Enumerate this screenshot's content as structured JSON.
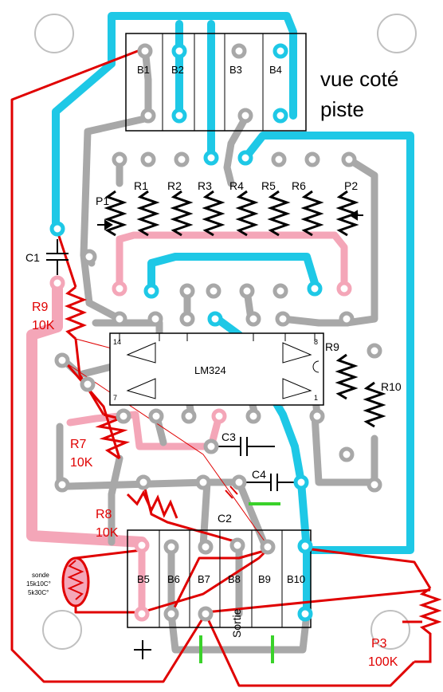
{
  "labels": {
    "b1": "B1",
    "b2": "B2",
    "b3": "B3",
    "b4": "B4",
    "b5": "B5",
    "b6": "B6",
    "b7": "B7",
    "b8": "B8",
    "b9": "B9",
    "b10": "B10",
    "title_line1": "vue coté",
    "title_line2": "piste",
    "p1": "P1",
    "r1": "R1",
    "r2": "R2",
    "r3": "R3",
    "r4": "R4",
    "r5": "R5",
    "r6": "R6",
    "p2": "P2",
    "c1": "C1",
    "c2": "C2",
    "c3": "C3",
    "c4": "C4",
    "r9_black": "R9",
    "r10": "R10",
    "chip": "LM324",
    "pin14": "14",
    "pin8": "8",
    "pin7": "7",
    "pin1": "1",
    "r9": "R9",
    "r9_value": "10K",
    "r7": "R7",
    "r7_value": "10K",
    "r8": "R8",
    "r8_value": "10K",
    "p3": "P3",
    "p3_value": "100K",
    "sonde_line1": "sonde",
    "sonde_line2": "15k10C°",
    "sonde_line3": "5k30C°",
    "sortie": "Sortie"
  },
  "colors": {
    "cyan_trace": "#1ec8e6",
    "pink_trace": "#f4a6b8",
    "grey_trace": "#a8a8a8",
    "red_wire": "#e00000",
    "green_mark": "#3ad22a"
  }
}
